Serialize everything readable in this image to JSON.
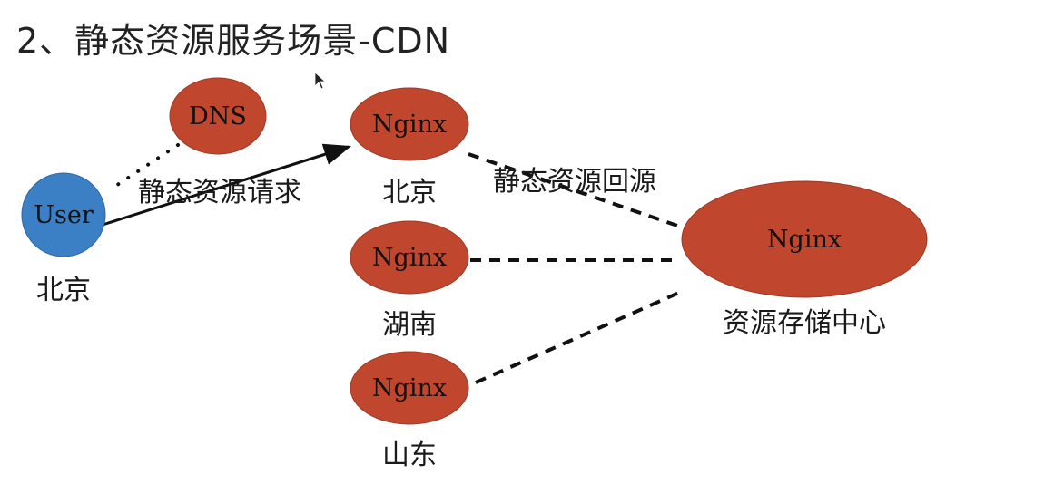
{
  "title": "2、静态资源服务场景-CDN",
  "colors": {
    "node_red": "#c0462e",
    "node_red_stroke": "#9e3a26",
    "node_blue": "#3b7fc4",
    "node_blue_stroke": "#2f68a3",
    "line": "#111111"
  },
  "nodes": {
    "user": {
      "label": "User",
      "caption": "北京"
    },
    "dns": {
      "label": "DNS"
    },
    "nginx_beijing": {
      "label": "Nginx",
      "caption": "北京"
    },
    "nginx_hunan": {
      "label": "Nginx",
      "caption": "湖南"
    },
    "nginx_shandong": {
      "label": "Nginx",
      "caption": "山东"
    },
    "nginx_center": {
      "label": "Nginx",
      "caption": "资源存储中心"
    }
  },
  "edges": {
    "request_label": "静态资源请求",
    "origin_label": "静态资源回源"
  }
}
